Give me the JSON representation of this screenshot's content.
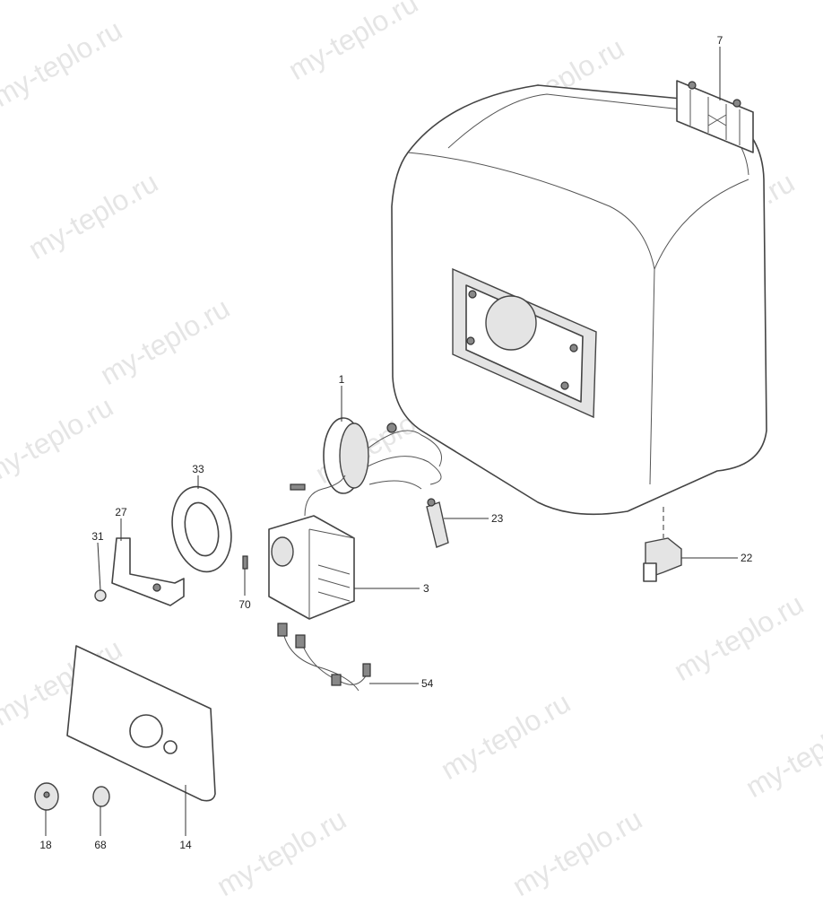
{
  "watermark": "my-teplo.ru",
  "parts": [
    {
      "id": "7",
      "label": "7"
    },
    {
      "id": "1",
      "label": "1"
    },
    {
      "id": "33",
      "label": "33"
    },
    {
      "id": "27",
      "label": "27"
    },
    {
      "id": "31",
      "label": "31"
    },
    {
      "id": "70",
      "label": "70"
    },
    {
      "id": "23",
      "label": "23"
    },
    {
      "id": "3",
      "label": "3"
    },
    {
      "id": "22",
      "label": "22"
    },
    {
      "id": "54",
      "label": "54"
    },
    {
      "id": "18",
      "label": "18"
    },
    {
      "id": "68",
      "label": "68"
    },
    {
      "id": "14",
      "label": "14"
    }
  ]
}
